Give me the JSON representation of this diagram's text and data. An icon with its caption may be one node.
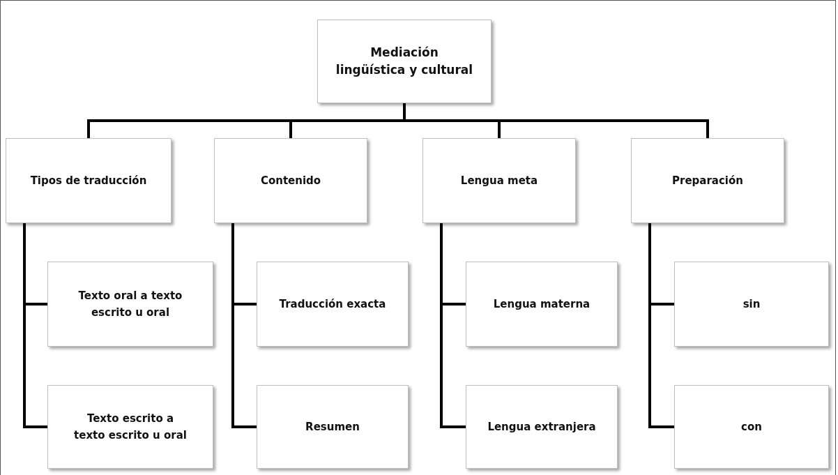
{
  "diagram": {
    "nodes": [
      {
        "text": [
          "Mediación lingüística y cultural"
        ]
      },
      {
        "text": [
          "Tipos de traducción"
        ]
      },
      {
        "text": [
          "Texto oral a texto escrito u oral"
        ]
      },
      {
        "text": [
          "Texto escrito a texto escrito u oral"
        ]
      },
      {
        "text": [
          "Contenido"
        ]
      },
      {
        "text": [
          "Traducción exacta"
        ]
      },
      {
        "text": [
          "Resumen"
        ]
      },
      {
        "text": [
          "Lengua meta"
        ]
      },
      {
        "text": [
          "Lengua materna"
        ]
      },
      {
        "text": [
          "Lengua extranjera"
        ]
      },
      {
        "text": [
          "Preparación"
        ]
      },
      {
        "text": [
          "sin"
        ]
      },
      {
        "text": [
          "con"
        ]
      }
    ],
    "edges": [
      {
        "from": 0,
        "to": 1,
        "arrow": "none"
      },
      {
        "from": 0,
        "to": 4,
        "arrow": "none"
      },
      {
        "from": 0,
        "to": 7,
        "arrow": "none"
      },
      {
        "from": 0,
        "to": 10,
        "arrow": "none"
      },
      {
        "from": 1,
        "to": 2,
        "arrow": "none"
      },
      {
        "from": 1,
        "to": 3,
        "arrow": "none"
      },
      {
        "from": 4,
        "to": 5,
        "arrow": "none"
      },
      {
        "from": 4,
        "to": 6,
        "arrow": "none"
      },
      {
        "from": 7,
        "to": 8,
        "arrow": "none"
      },
      {
        "from": 7,
        "to": 9,
        "arrow": "none"
      },
      {
        "from": 10,
        "to": 11,
        "arrow": "none"
      },
      {
        "from": 10,
        "to": 12,
        "arrow": "none"
      }
    ]
  }
}
